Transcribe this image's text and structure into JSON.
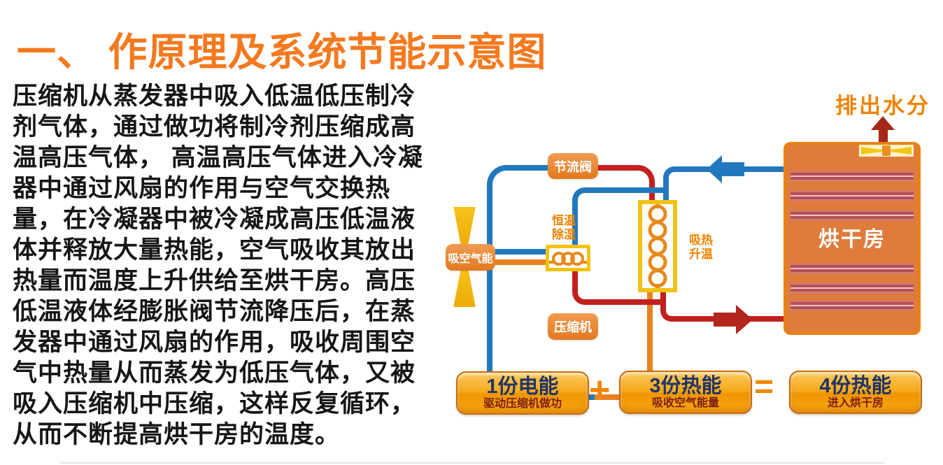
{
  "title": "一、 作原理及系统节能示意图",
  "paragraph_lines": [
    "压缩机从蒸发器中吸入低温低压制冷",
    "剂气体，通过做功将制冷剂压缩成高",
    "温高压气体， 高温高压气体进入冷凝",
    "器中通过风扇的作用与空气交换热",
    "量，在冷凝器中被冷凝成高压低温液",
    "体并释放大量热能，空气吸收其放出",
    "热量而温度上升供给至烘干房。高压",
    "低温液体经膨胀阀节流降压后，在蒸",
    "发器中通过风扇的作用，吸收周围空",
    "气中热量从而蒸发为低压气体，又被",
    "吸入压缩机中压缩，这样反复循环，",
    "从而不断提高烘干房的温度。"
  ],
  "diagram": {
    "labels": {
      "throttle_valve": "节流阀",
      "absorb_air_energy": "吸空气能",
      "compressor": "压缩机",
      "dehumidify": "恒温\n除湿",
      "absorb_heat": "吸热\n升温",
      "drying_room": "烘干房",
      "discharge_moisture": "排出水分"
    },
    "icons": [
      "fan-icon",
      "coil-icon",
      "flow-arrow-left-icon",
      "flow-arrow-right-icon",
      "moisture-up-arrow-icon",
      "vent-fan-icon"
    ]
  },
  "energy_equation": {
    "items": [
      {
        "title": "1份电能",
        "subtitle": "驱动压缩机做功"
      },
      {
        "title": "3份热能",
        "subtitle": "吸收空气能量"
      },
      {
        "title": "4份热能",
        "subtitle": "进入烘干房"
      }
    ],
    "plus": "+",
    "equals": "="
  },
  "colors": {
    "title_orange": "#F4791F",
    "annotation_orange": "#F08300",
    "pipe_blue": "#2278BE",
    "pipe_red": "#C2201F",
    "pipe_orange": "#E8821E",
    "arrow_dark_red": "#B3261C",
    "moisture_arrow_red": "#A62818",
    "label_tag_orange": "#E8863C",
    "coil_box_yellow": "#F2C213",
    "coil_orange": "#E8891B",
    "fan_gold": "#F0B90F",
    "room_fill": "#DF7C3B",
    "room_border": "#E8820C",
    "room_stripe_red": "#BB5358",
    "button_gold": "#F6A91B",
    "button_border": "#C96A08",
    "button_title_navy": "#1F3468",
    "button_subtitle_red": "#7D1F10",
    "body_text": "#161616"
  }
}
